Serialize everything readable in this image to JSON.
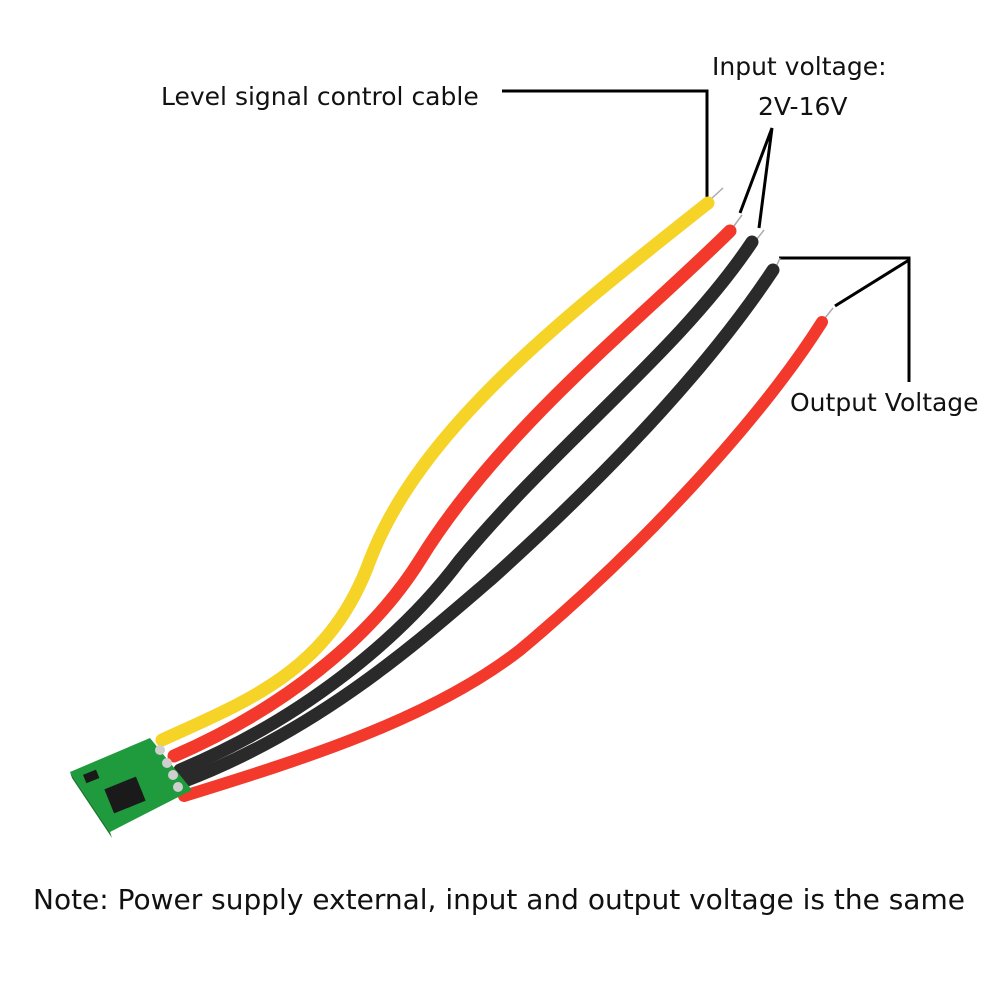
{
  "labels": {
    "level_signal": "Level signal control cable",
    "input_voltage_title": "Input voltage:",
    "input_voltage_range": "2V-16V",
    "output_voltage": "Output Voltage",
    "note": "Note: Power supply external, input and output voltage is the same"
  },
  "wires": [
    {
      "name": "signal",
      "color": "#f5d327"
    },
    {
      "name": "input-positive",
      "color": "#f2392b"
    },
    {
      "name": "input-negative",
      "color": "#2a2a2a"
    },
    {
      "name": "output-negative",
      "color": "#2a2a2a"
    },
    {
      "name": "output-positive",
      "color": "#f2392b"
    }
  ],
  "board": {
    "color": "#1f9a3c",
    "chip_color": "#1a1a1a"
  }
}
